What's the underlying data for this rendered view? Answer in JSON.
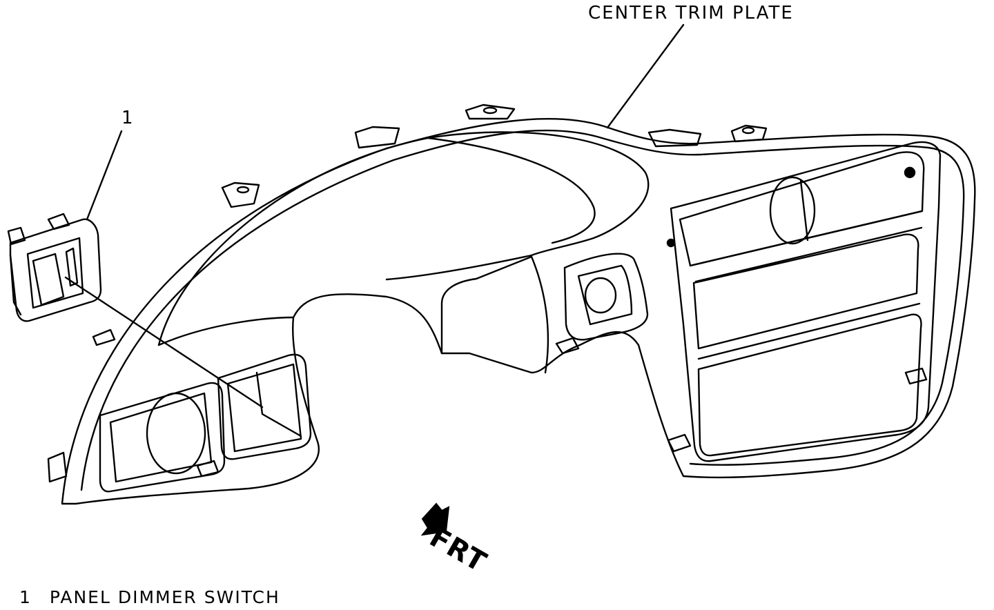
{
  "labels": {
    "center_trim_plate": "CENTER TRIM PLATE",
    "callout_number": "1",
    "front_indicator": "FRT"
  },
  "legend": {
    "items": [
      {
        "number": "1",
        "text": "PANEL DIMMER SWITCH"
      }
    ]
  },
  "colors": {
    "line": "#000000",
    "background": "#ffffff"
  },
  "icons": {
    "front_arrow": "front-arrow-icon"
  }
}
